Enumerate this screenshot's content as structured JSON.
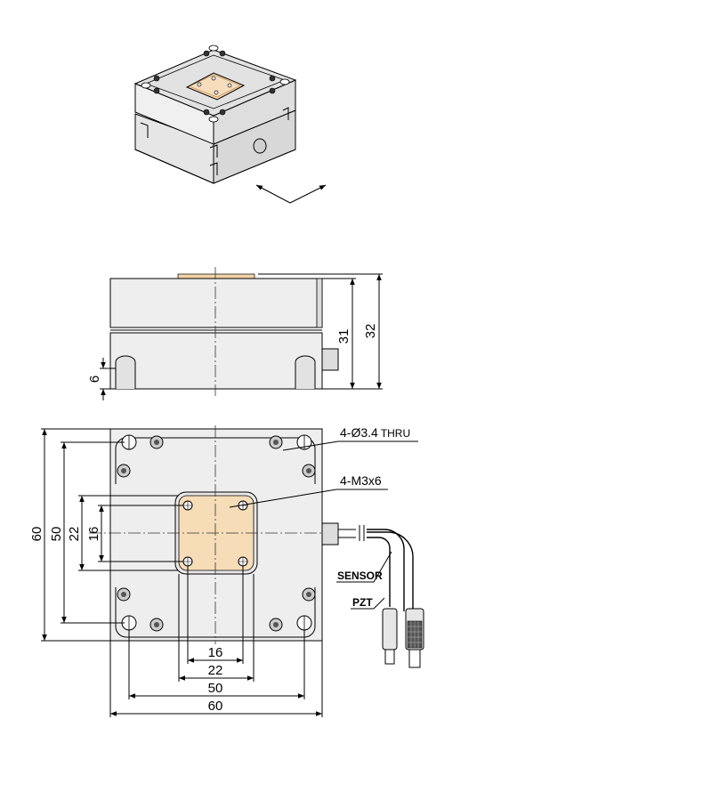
{
  "drawing": {
    "side_view": {
      "dims": {
        "height_body": "31",
        "height_total": "32",
        "foot": "6"
      }
    },
    "top_view": {
      "dims": {
        "overall_height": "60",
        "hole_pitch_v": "50",
        "plate_v": "22",
        "plate_hole_v": "16",
        "plate_hole_h": "16",
        "plate_h": "22",
        "hole_pitch_h": "50",
        "overall_width": "60"
      },
      "callouts": {
        "thru_hole": "4-Ø3.4",
        "thru_suffix": "THRU",
        "tapped_hole": "4-M3x6",
        "sensor_cable": "SENSOR",
        "pzt_cable": "PZT"
      }
    },
    "colors": {
      "body_light": "#eeeeee",
      "body_mid": "#dcdcdc",
      "body_dark": "#cfcfcf",
      "plate": "#f7dcb8",
      "line": "#000000"
    }
  }
}
